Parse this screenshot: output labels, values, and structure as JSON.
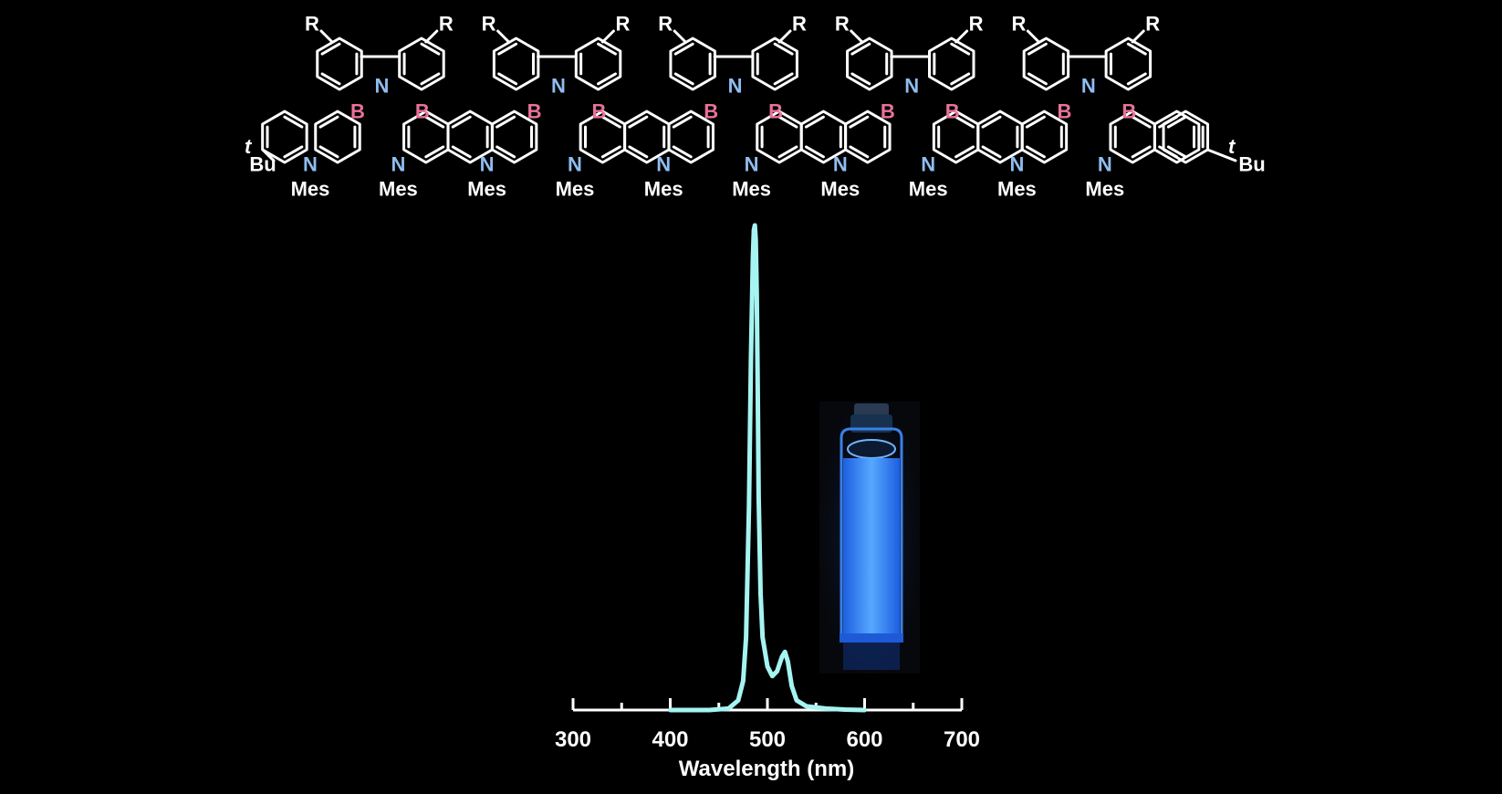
{
  "structure": {
    "substituent_top": "R",
    "end_group": "Bu",
    "end_group_superscript": "t",
    "boron_label": "B",
    "nitrogen_label": "N",
    "mesityl_label": "Mes",
    "units": 5,
    "colors": {
      "bond": "#ffffff",
      "boron": "#e8729a",
      "nitrogen": "#8fbdf0"
    }
  },
  "chart_data": {
    "type": "line",
    "title": "",
    "xlabel": "Wavelength (nm)",
    "ylabel": "",
    "xlim": [
      300,
      700
    ],
    "xticks": [
      300,
      400,
      500,
      600,
      700
    ],
    "xtick_labels": [
      "300",
      "400",
      "500",
      "600",
      "700"
    ],
    "grid": false,
    "series": [
      {
        "color": "#a6f4f2",
        "x": [
          400,
          440,
          460,
          470,
          475,
          478,
          481,
          483,
          485,
          486,
          487,
          488,
          489,
          490,
          491,
          493,
          495,
          500,
          505,
          510,
          515,
          518,
          521,
          525,
          530,
          540,
          560,
          580,
          600
        ],
        "y": [
          0.0,
          0.0,
          0.003,
          0.02,
          0.06,
          0.15,
          0.42,
          0.72,
          0.93,
          0.99,
          1.0,
          0.97,
          0.86,
          0.66,
          0.44,
          0.24,
          0.15,
          0.09,
          0.07,
          0.08,
          0.11,
          0.12,
          0.1,
          0.05,
          0.02,
          0.008,
          0.003,
          0.001,
          0.0
        ]
      }
    ]
  },
  "inset": {
    "content": "cuvette-photo",
    "glow_color": "#3a8dff"
  }
}
